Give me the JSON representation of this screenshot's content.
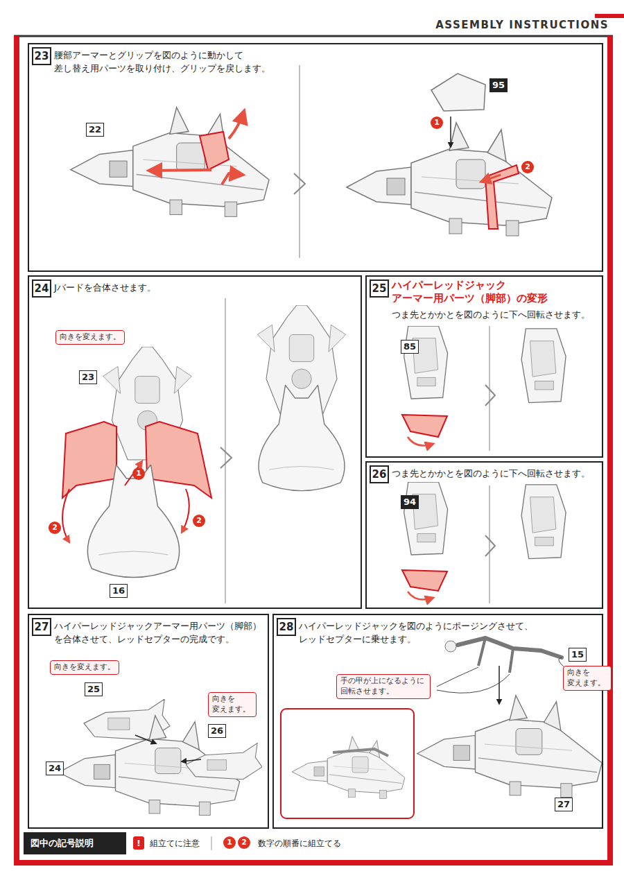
{
  "diagram": {
    "title": "ASSEMBLY INSTRUCTIONS",
    "nodes": [
      {
        "text": [
          "23",
          "腰部アーマーとグリップを図のように動かして 差し替え用パーツを取り付け、グリップを戻します。"
        ]
      },
      {
        "text": [
          "22"
        ],
        "in": 0
      },
      {
        "text": [
          "95"
        ],
        "in": 0
      },
      {
        "text": [
          "1"
        ],
        "in": 0
      },
      {
        "text": [
          "2"
        ],
        "in": 0
      },
      {
        "text": [
          "24",
          "Jバードを合体させます。"
        ]
      },
      {
        "text": [
          "向きを変えます。"
        ],
        "in": 5
      },
      {
        "text": [
          "23"
        ],
        "in": 5
      },
      {
        "text": [
          "1"
        ],
        "in": 5
      },
      {
        "text": [
          "2"
        ],
        "in": 5
      },
      {
        "text": [
          "2"
        ],
        "in": 5
      },
      {
        "text": [
          "16"
        ],
        "in": 5
      },
      {
        "text": [
          "25",
          "ハイパーレッドジャック アーマー用パーツ（脚部）の変形",
          "つま先とかかとを図のように下へ回転させます。"
        ]
      },
      {
        "text": [
          "85"
        ],
        "in": 12
      },
      {
        "text": [
          "26",
          "つま先とかかとを図のように下へ回転させます。"
        ]
      },
      {
        "text": [
          "94"
        ],
        "in": 14
      },
      {
        "text": [
          "27",
          "ハイパーレッドジャックアーマー用パーツ（脚部） を合体させて、レッドセプターの完成です。"
        ]
      },
      {
        "text": [
          "向きを変えます。"
        ],
        "in": 16
      },
      {
        "text": [
          "25"
        ],
        "in": 16
      },
      {
        "text": [
          "向きを 変えます。"
        ],
        "in": 16
      },
      {
        "text": [
          "26"
        ],
        "in": 16
      },
      {
        "text": [
          "24"
        ],
        "in": 16
      },
      {
        "text": [
          "28",
          "ハイパーレッドジャックを図のようにポージングさせて、 レッドセプターに乗せます。"
        ]
      },
      {
        "text": [
          "15"
        ],
        "in": 22
      },
      {
        "text": [
          "向きを 変えます。"
        ],
        "in": 22
      },
      {
        "text": [
          "手の甲が上になるように 回転させます。"
        ],
        "in": 22
      },
      {
        "text": [
          "27"
        ],
        "in": 22
      }
    ],
    "labels": [
      "図中の記号説明",
      "!",
      "1",
      "2"
    ],
    "legend": [
      {
        "text": "組立てに注意"
      },
      {
        "text": "数字の順番に組立てる"
      }
    ]
  }
}
